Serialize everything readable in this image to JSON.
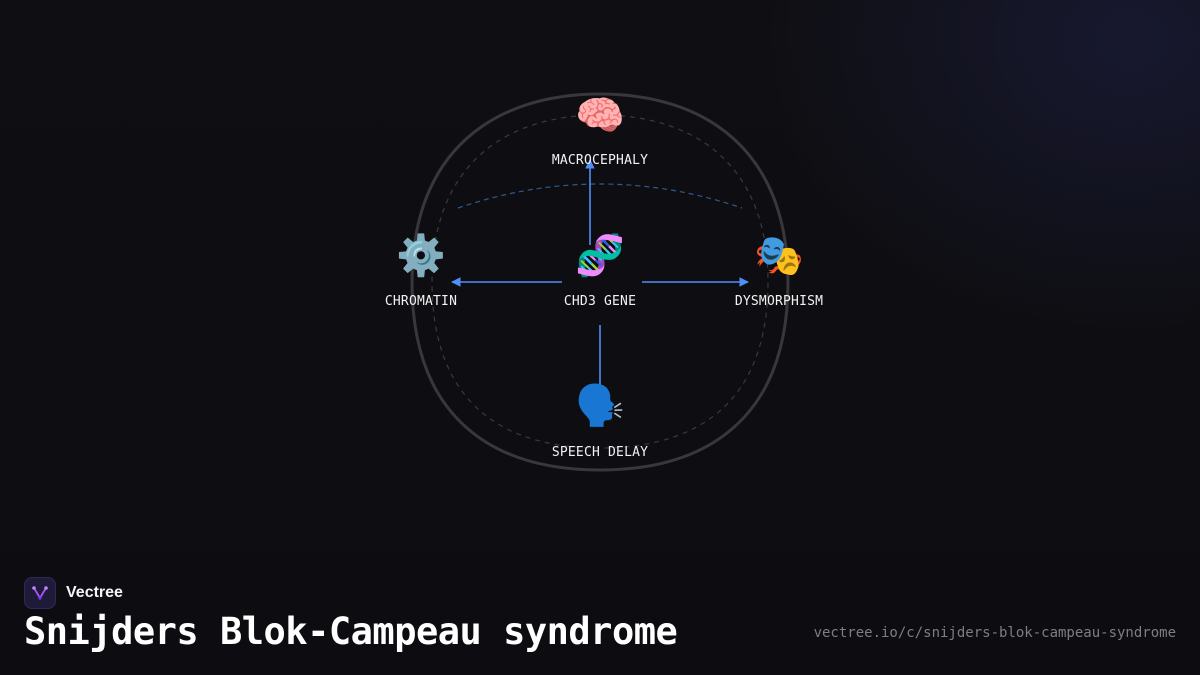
{
  "diagram": {
    "center": {
      "label": "CHD3 GENE",
      "icon": "🧬",
      "icon_name": "dna-icon"
    },
    "top": {
      "label": "MACROCEPHALY",
      "icon": "🧠",
      "icon_name": "brain-icon"
    },
    "left": {
      "label": "CHROMATIN",
      "icon": "⚙️",
      "icon_name": "gear-icon"
    },
    "right": {
      "label": "DYSMORPHISM",
      "icon": "🎭",
      "icon_name": "masks-icon"
    },
    "bottom": {
      "label": "SPEECH DELAY",
      "icon": "🗣️",
      "icon_name": "speaking-head-icon"
    }
  },
  "colors": {
    "background": "#0f0f13",
    "arrow": "#4f8ff7",
    "head_outline": "#3a3a3e",
    "dashed_inner": "#3a3a3e",
    "dashed_arc": "#2f5a8f",
    "logo_accent": "#a855f7"
  },
  "brand": {
    "name": "Vectree",
    "logo_icon": "vectree-logo-icon"
  },
  "title": "Snijders Blok-Campeau syndrome",
  "url": "vectree.io/c/snijders-blok-campeau-syndrome"
}
